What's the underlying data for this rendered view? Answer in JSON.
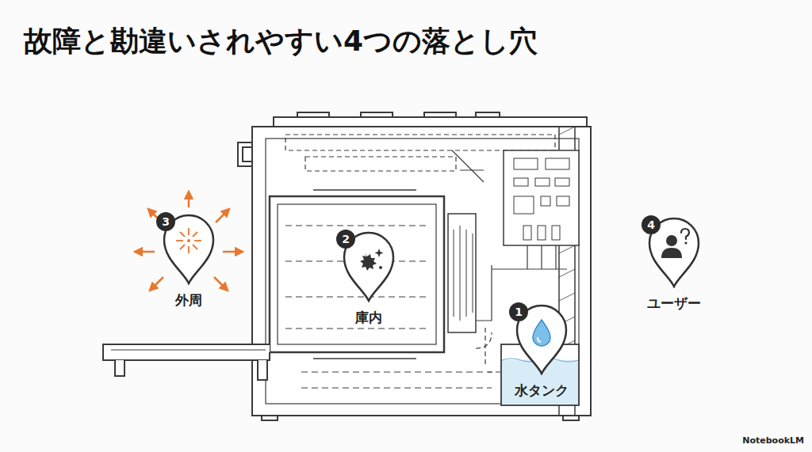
{
  "diagram": {
    "title": "故障と勘違いされやすい4つの落とし穴",
    "nodes": [
      {
        "text": [
          "1",
          "水タンク"
        ]
      },
      {
        "text": [
          "2",
          "庫内"
        ]
      },
      {
        "text": [
          "3",
          "外周"
        ]
      },
      {
        "text": [
          "4",
          "ユーザー"
        ]
      }
    ],
    "labels": [
      "NotebookLM"
    ]
  }
}
